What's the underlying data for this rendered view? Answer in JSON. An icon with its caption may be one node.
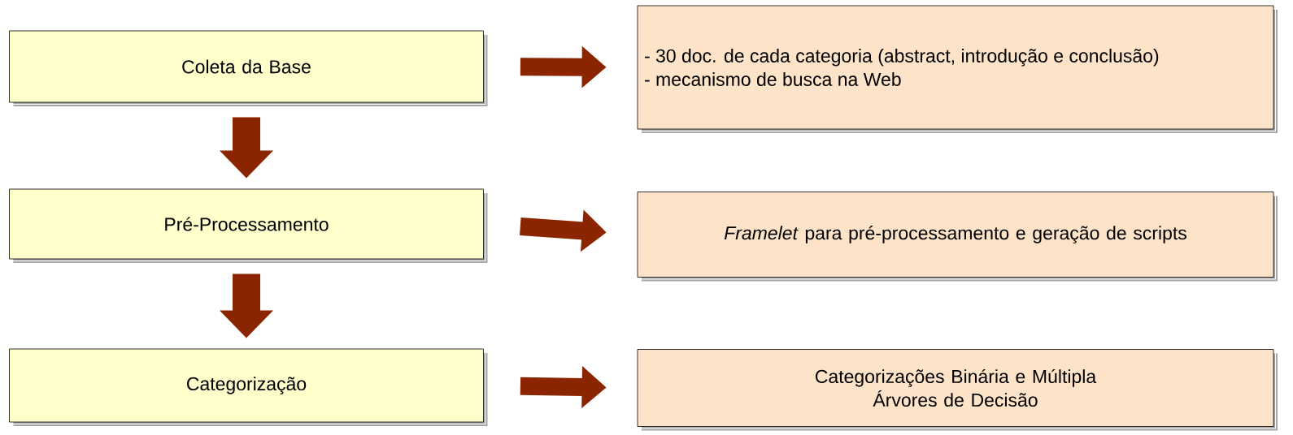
{
  "diagram": {
    "nodes": [
      {
        "text": [
          "Coleta da Base"
        ]
      },
      {
        "text": [
          "- 30 doc. de cada categoria (abstract, introdução e conclusão)",
          "- mecanismo de busca na Web"
        ]
      },
      {
        "text": [
          "Pré-Processamento"
        ]
      },
      {
        "text": [
          "*Framelet* para pré-processamento e geração de scripts"
        ]
      },
      {
        "text": [
          "Categorização"
        ]
      },
      {
        "text": [
          "Categorizações Binária e Múltipla",
          "Árvores de Decisão"
        ]
      }
    ],
    "edges": [
      {
        "from": 0,
        "to": 1,
        "arrow": "to"
      },
      {
        "from": 0,
        "to": 2,
        "arrow": "to"
      },
      {
        "from": 2,
        "to": 3,
        "arrow": "to"
      },
      {
        "from": 2,
        "to": 4,
        "arrow": "to"
      },
      {
        "from": 4,
        "to": 5,
        "arrow": "to"
      }
    ]
  }
}
